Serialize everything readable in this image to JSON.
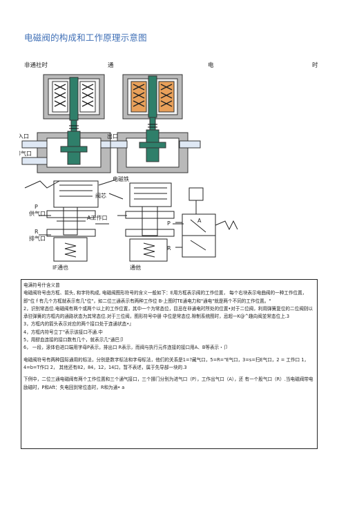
{
  "page": {
    "title": "电磁阀的构成和工作原理示意图",
    "subtitle": [
      "非通社时",
      "通",
      "电",
      "时"
    ]
  },
  "figure": {
    "labels": {
      "inlet": "入口",
      "outlet": "出口",
      "exhaust": "排气口",
      "solenoid": "电磁铁",
      "valve_core": "阀芯",
      "supply": "供气口",
      "p": "P",
      "a_port": "A工作口",
      "a": "A",
      "r_exhaust": "排气口",
      "r": "R",
      "caption_left": "IF通也",
      "caption_right": "通他"
    }
  },
  "notes": {
    "paragraphs": [
      "电满符号什含义曾",
      "电磁阀符号由方框、箭头, 和字符构成, 电磁阀图形符号的含义一般如下：E用方框表示阀的工作位置，  每个右块表示电曲阀的一种工作位置，即\"位 f 有几个方框就表示有几\"位\"，如二位三通表示有两种工作位 B-上图时TE通电力和\"通电\"就是两个不同的工作位置。\"",
      "2，识别常态位.电磁阀有两个或两个以上的工作位置，其中一个为常态位，目忌在非通电时所处的位置•对于二位阀，利用弹簧复位的二位阀则以承驻弹簧的方框内的通路状态为其常态位.对于三位阀，图形符号中册 中位是常态位.隙制系统图时，忌超一K@^趣向阀並常态位上.3",
      "3，方框内的箭头表示对应的两个接口处于连通状态•』",
      "4，方框内符号立丁\"表示该接口不通.中",
      "5，用醪血连接的接口数有几个，就表示几\"通巴卩",
      "6，  一段，滚体伯进口端用字母P表示，排出口 R表示，而阀与执行元件连接的接口用A、B等表示・卩"
    ],
    "paragraphs_b": [
      "电磁阀符号有两种国际通用的标法，分别是数字标法和字母标法，他们的关系是1=?藏气口，5=R=\"E气口，3=s=扫E气口，2  = 工作口 1，4=b=T作口 2，  其他还有82，84，12，14口，暂不表述，属于先导部一块的.3",
      "下例中，二位三通电磁阀有两个工作位置和三个通气接口，三个挪门分别为进气口（P），工作出气口（A），还 有一个股气口（R）.当电磁阀带电励磁时，P和Aft：失电回到常位态时，R和为通•  a"
    ]
  }
}
